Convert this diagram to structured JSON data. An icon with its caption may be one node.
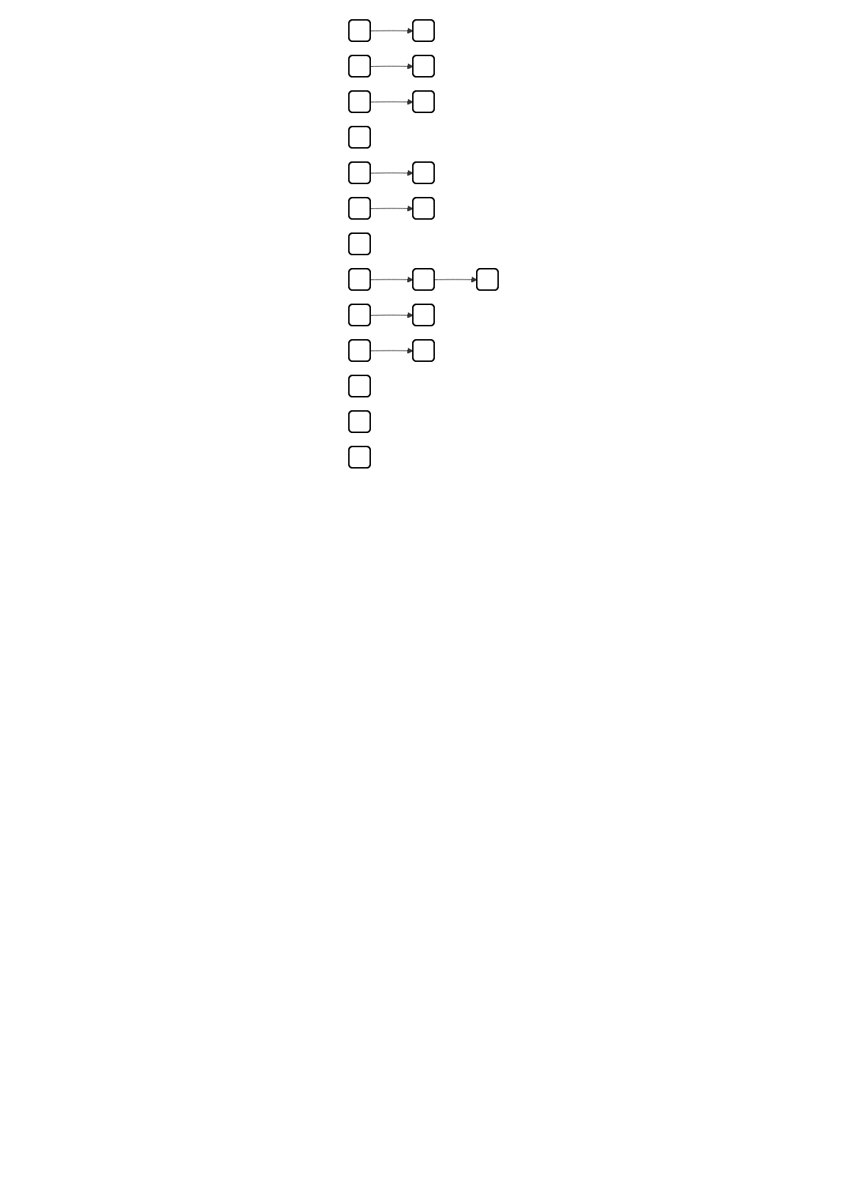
{
  "diagram": {
    "nodes": [
      {
        "text": [],
        "shape": "box"
      },
      {
        "text": [],
        "shape": "box"
      },
      {
        "text": [],
        "shape": "box"
      },
      {
        "text": [],
        "shape": "box"
      },
      {
        "text": [],
        "shape": "box"
      },
      {
        "text": [],
        "shape": "box"
      },
      {
        "text": [],
        "shape": "box"
      },
      {
        "text": [],
        "shape": "box"
      },
      {
        "text": [],
        "shape": "box"
      },
      {
        "text": [],
        "shape": "box"
      },
      {
        "text": [],
        "shape": "box"
      },
      {
        "text": [],
        "shape": "box"
      },
      {
        "text": [],
        "shape": "box"
      },
      {
        "text": [],
        "shape": "box"
      },
      {
        "text": [],
        "shape": "box"
      },
      {
        "text": [],
        "shape": "box"
      },
      {
        "text": [],
        "shape": "box"
      },
      {
        "text": [],
        "shape": "box"
      },
      {
        "text": [],
        "shape": "box"
      },
      {
        "text": [],
        "shape": "box"
      },
      {
        "text": [],
        "shape": "box"
      },
      {
        "text": [],
        "shape": "box"
      }
    ],
    "edges": [
      {
        "from": 0,
        "to": 1,
        "arrow": "to"
      },
      {
        "from": 2,
        "to": 3,
        "arrow": "to"
      },
      {
        "from": 4,
        "to": 5,
        "arrow": "to"
      },
      {
        "from": 7,
        "to": 8,
        "arrow": "to"
      },
      {
        "from": 9,
        "to": 10,
        "arrow": "to"
      },
      {
        "from": 12,
        "to": 13,
        "arrow": "to"
      },
      {
        "from": 13,
        "to": 14,
        "arrow": "to"
      },
      {
        "from": 15,
        "to": 16,
        "arrow": "to"
      },
      {
        "from": 17,
        "to": 18,
        "arrow": "to"
      }
    ]
  }
}
